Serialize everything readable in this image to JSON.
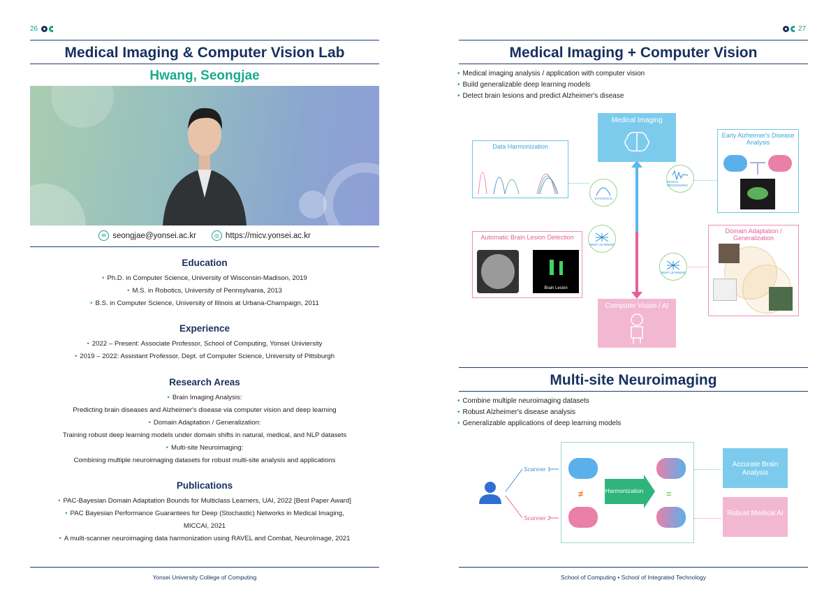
{
  "left": {
    "page_number": "26",
    "lab_title": "Medical Imaging & Computer Vision Lab",
    "person_name": "Hwang, Seongjae",
    "email": "seongjae@yonsei.ac.kr",
    "website": "https://micv.yonsei.ac.kr",
    "education": {
      "heading": "Education",
      "items": [
        "Ph.D. in Computer Science, University of Wisconsin-Madison, 2019",
        "M.S. in Robotics, University of Pennsylvania, 2013",
        "B.S. in Computer Science, University of Illinois at Urbana-Champaign, 2011"
      ]
    },
    "experience": {
      "heading": "Experience",
      "items": [
        "2022 – Present: Associate Professor, School of Computing, Yonsei Univiersity",
        "2019 – 2022: Assistant Professor, Dept. of Computer Science, University of Pittsburgh"
      ]
    },
    "research": {
      "heading": "Research Areas",
      "items": [
        {
          "title": "Brain Imaging Analysis:",
          "desc": "Predicting brain diseases and Alzheimer's disease via computer vision and deep learning"
        },
        {
          "title": "Domain Adaptation / Generalization:",
          "desc": "Training robust deep learning models under domain shifts in natural, medical, and NLP datasets"
        },
        {
          "title": "Multi-site Neuroimaging:",
          "desc": "Combining multiple neuroimaging datasets for robust multi-site analysis and applications"
        }
      ]
    },
    "publications": {
      "heading": "Publications",
      "items": [
        "PAC-Bayesian Domain Adaptation Bounds for Multiclass Learners, UAI, 2022 [Best Paper Award]",
        "PAC Bayesian Performance Guarantees for Deep (Stochastic) Networks in Medical Imaging,",
        "MICCAI, 2021",
        "A multi-scanner neuroimaging data harmonization using RAVEL and Combat, NeuroImage, 2021"
      ]
    },
    "footer": "Yonsei University College of Computing"
  },
  "right": {
    "page_number": "27",
    "section1_title": "Medical Imaging + Computer Vision",
    "section1_bullets": [
      "Medical imaging analysis / application with computer vision",
      "Build generalizable deep learning models",
      "Detect brain lesions and predict Alzheimer's disease"
    ],
    "diagram1": {
      "medical_imaging": "Medical Imaging",
      "computer_vision": "Computer Vision / AI",
      "data_harmonization": "Data Harmonization",
      "early_alz": "Early Alzheimer's Disease Analysis",
      "lesion_detection": "Automatic Brain Lesion Detection",
      "brain_lesion": "Brain Lesion",
      "domain_adaptation": "Domain Adaptation / Generalization",
      "statistics": "STATISTICS",
      "signal_processing": "SIGNAL PROCESSING",
      "deep_learning": "DEEP LEARNING"
    },
    "section2_title": "Multi-site Neuroimaging",
    "section2_bullets": [
      "Combine multiple neuroimaging datasets",
      "Robust Alzheimer's disease analysis",
      "Generalizable applications of deep learning models"
    ],
    "diagram2": {
      "scanner1": "Scanner 1",
      "scanner2": "Scanner 2",
      "harmonization": "Harmonization",
      "accurate": "Accurate Brain Analysis",
      "robust": "Robust Medical AI"
    },
    "footer": "School of Computing • School of Integrated Technology"
  },
  "colors": {
    "navy": "#17305f",
    "teal": "#1aab8a",
    "blue_box": "#7ccbed",
    "pink_box": "#f2b8d1",
    "green_arrow": "#2fb47c"
  }
}
